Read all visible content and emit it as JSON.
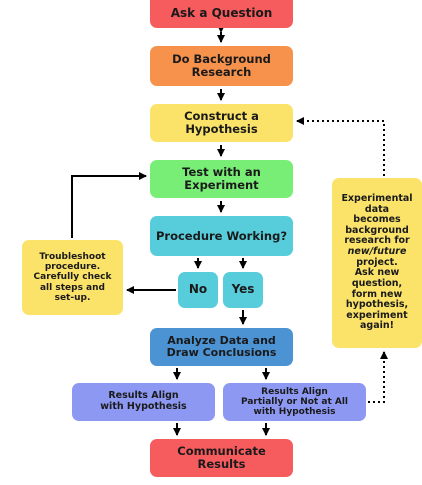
{
  "flowchart": {
    "steps": {
      "ask": "Ask a Question",
      "background": "Do Background\nResearch",
      "hypothesis": "Construct a\nHypothesis",
      "test": "Test with an\nExperiment",
      "procedure": "Procedure Working?",
      "no": "No",
      "yes": "Yes",
      "troubleshoot": "Troubleshoot\nprocedure.\nCarefully check\nall steps and\nset-up.",
      "analyze": "Analyze Data and\nDraw Conclusions",
      "results_align": "Results Align\nwith Hypothesis",
      "results_partial": "Results Align\nPartially or Not at All\nwith Hypothesis",
      "communicate": "Communicate\nResults"
    },
    "experimental_note": {
      "before": "Experimental\ndata\nbecomes\nbackground\nresearch for\n",
      "emphasis": "new/future",
      "after": "\nproject.\nAsk new\nquestion,\nform new\nhypothesis,\nexperiment\nagain!"
    }
  },
  "colors": {
    "ask": "#f65b5e",
    "background": "#f7924d",
    "hypothesis": "#fbe36a",
    "test": "#79ee76",
    "procedure": "#57ccdb",
    "analyze": "#4c93d4",
    "results": "#8d98f2",
    "communicate": "#f65b5e",
    "note": "#fbe36a"
  }
}
